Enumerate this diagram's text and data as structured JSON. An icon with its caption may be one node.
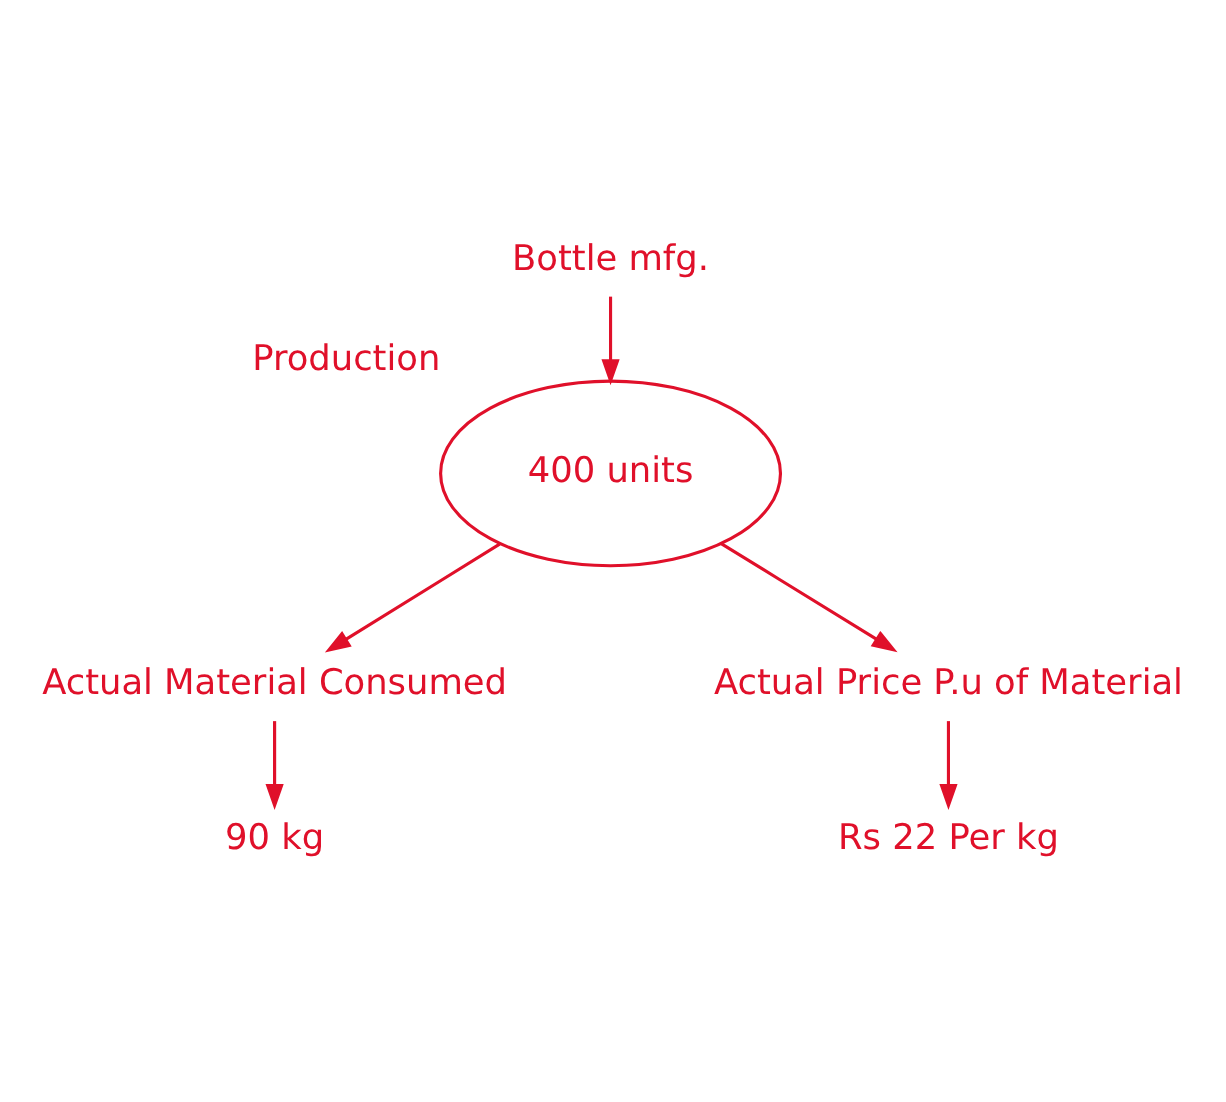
{
  "diagram": {
    "nodes": [
      {
        "text": [
          "Bottle mfg."
        ]
      },
      {
        "text": [
          "400 units"
        ],
        "beside": [
          "Production"
        ]
      },
      {
        "text": [
          "Actual Material Consumed"
        ]
      },
      {
        "text": [
          "90 kg"
        ]
      },
      {
        "text": [
          "Actual Price P.u of Material"
        ]
      },
      {
        "text": [
          "Rs 22 Per kg"
        ]
      }
    ],
    "edges": [
      {
        "from": 0,
        "to": 1,
        "arrow": "to"
      },
      {
        "from": 1,
        "to": 2,
        "arrow": "to"
      },
      {
        "from": 1,
        "to": 4,
        "arrow": "to"
      },
      {
        "from": 2,
        "to": 3,
        "arrow": "to"
      },
      {
        "from": 4,
        "to": 5,
        "arrow": "to"
      }
    ]
  }
}
